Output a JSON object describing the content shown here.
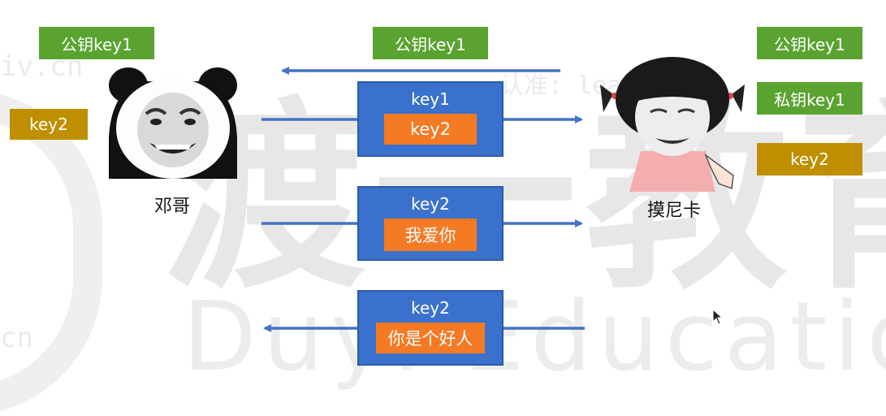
{
  "watermark": {
    "big": "渡一教育",
    "education": "Duyi Education",
    "url_top": "iv.cn",
    "url_bottom": "cn",
    "lea": "认准: lea"
  },
  "left_person": {
    "name": "邓哥",
    "pubkey_label": "公钥key1",
    "key2_label": "key2"
  },
  "right_person": {
    "name": "摸尼卡",
    "pubkey_label": "公钥key1",
    "privkey_label": "私钥key1",
    "key2_label": "key2"
  },
  "messages": [
    {
      "label": "公钥key1",
      "direction": "right-to-left"
    },
    {
      "outer": "key1",
      "inner": "key2",
      "direction": "left-to-right"
    },
    {
      "outer": "key2",
      "inner": "我爱你",
      "direction": "left-to-right"
    },
    {
      "outer": "key2",
      "inner": "你是个好人",
      "direction": "right-to-left"
    }
  ],
  "colors": {
    "green": "#5aa330",
    "gold": "#bf8f00",
    "blue_box": "#3a71cc",
    "orange": "#f47a24",
    "arrow": "#4472c4"
  }
}
